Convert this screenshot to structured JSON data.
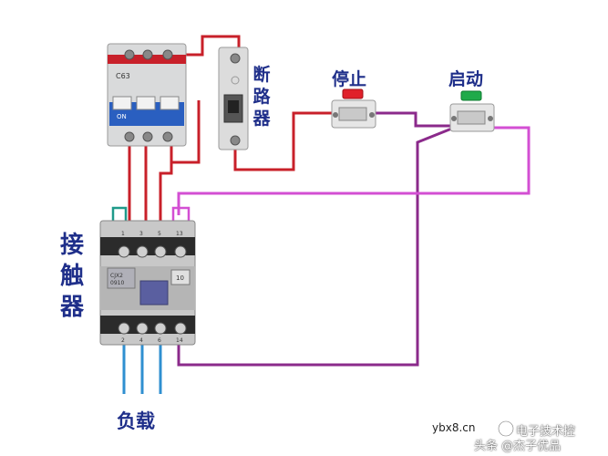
{
  "labels": {
    "contactor": [
      "接",
      "触",
      "器"
    ],
    "breaker": [
      "断",
      "路",
      "器"
    ],
    "stop": "停止",
    "start": "启动",
    "load": "负载"
  },
  "breaker_marks": {
    "number": "C63",
    "on": "ON"
  },
  "contactor_marks": {
    "model_1": "CJX2",
    "model_2": "0910",
    "aux": "10",
    "top_terminals": [
      "1",
      "3",
      "5",
      "13"
    ],
    "bottom_terminals": [
      "2",
      "4",
      "6",
      "14"
    ]
  },
  "watermark": {
    "site": "ybx8.cn",
    "source": "头条 @杰子优品",
    "channel": "电子技术控"
  },
  "colors": {
    "wire_red": "#c8202a",
    "wire_purple": "#8b2a8b",
    "wire_magenta": "#d34fd3",
    "wire_blue": "#2f8fd0",
    "label_blue": "#1f2f8a",
    "stop_cap": "#e0202a",
    "start_cap": "#1faa4a"
  }
}
